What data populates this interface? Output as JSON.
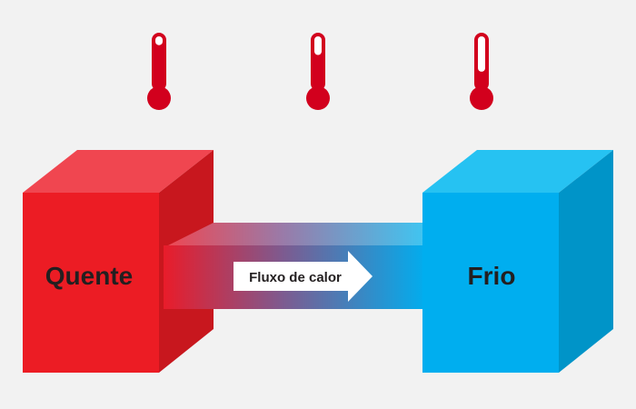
{
  "hot_block": {
    "label": "Quente"
  },
  "cold_block": {
    "label": "Frio"
  },
  "arrow": {
    "label": "Fluxo de calor"
  },
  "thermometers": [
    {
      "level": 0.82
    },
    {
      "level": 0.62
    },
    {
      "level": 0.28
    }
  ],
  "colors": {
    "background": "#f2f2f2",
    "hot_front": "#ec1c24",
    "hot_top": "#f04650",
    "hot_side": "#c8171e",
    "cold_front": "#00aeef",
    "cold_top": "#26c2f2",
    "cold_side": "#0094c8",
    "thermometer": "#d2001d",
    "text": "#231f20",
    "arrow": "#ffffff"
  }
}
